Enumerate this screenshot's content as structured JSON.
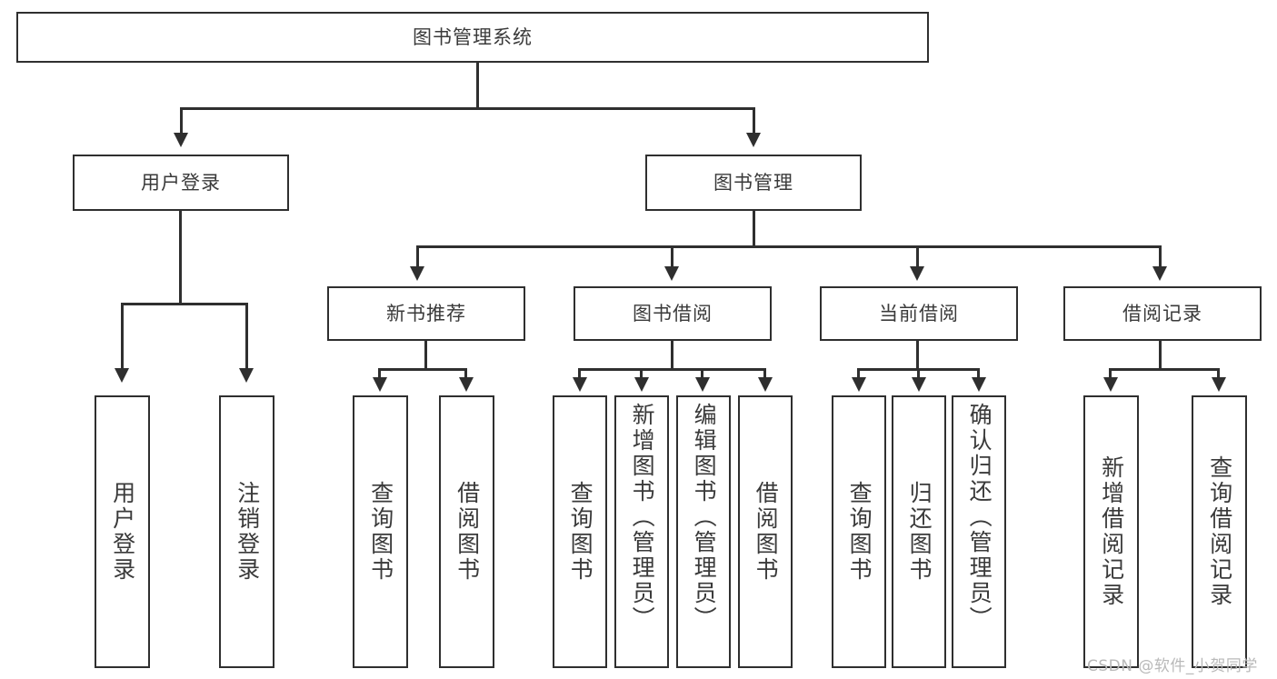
{
  "diagram": {
    "title": "图书管理系统",
    "type": "hierarchy-tree",
    "root": {
      "label": "图书管理系统"
    },
    "level2": [
      {
        "label": "用户登录"
      },
      {
        "label": "图书管理"
      }
    ],
    "level3": [
      {
        "label": "新书推荐"
      },
      {
        "label": "图书借阅"
      },
      {
        "label": "当前借阅"
      },
      {
        "label": "借阅记录"
      }
    ],
    "leaves": {
      "user_login": [
        {
          "label": "用户登录"
        },
        {
          "label": "注销登录"
        }
      ],
      "new_book_recommend": [
        {
          "label": "查询图书"
        },
        {
          "label": "借阅图书"
        }
      ],
      "book_borrow": [
        {
          "label": "查询图书"
        },
        {
          "label": "新增图书（管理员）"
        },
        {
          "label": "编辑图书（管理员）"
        },
        {
          "label": "借阅图书"
        }
      ],
      "current_borrow": [
        {
          "label": "查询图书"
        },
        {
          "label": "归还图书"
        },
        {
          "label": "确认归还（管理员）"
        }
      ],
      "borrow_record": [
        {
          "label": "新增借阅记录"
        },
        {
          "label": "查询借阅记录"
        }
      ]
    }
  },
  "watermark": {
    "text": "CSDN @软件_小贺同学"
  },
  "colors": {
    "stroke": "#2f2f2f",
    "text": "#3a3a3a",
    "background": "#ffffff",
    "watermark": "#b9b9b9"
  }
}
